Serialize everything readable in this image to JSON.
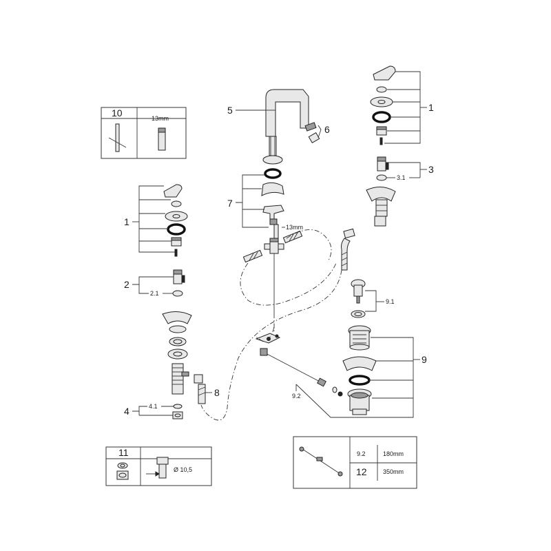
{
  "callouts": {
    "c1_left": "1",
    "c2": "2",
    "c2_1": "2.1",
    "c4": "4",
    "c4_1": "4.1",
    "c5": "5",
    "c6": "6",
    "c7": "7",
    "c8": "8",
    "c1_right": "1",
    "c3": "3",
    "c3_1": "3.1",
    "c9": "9",
    "c9_1": "9.1",
    "c9_2": "9.2",
    "spout_tool_size": "13mm"
  },
  "box10": {
    "number": "10",
    "size": "13mm"
  },
  "box11": {
    "number": "11",
    "diameter": "Ø 10,5"
  },
  "box12": {
    "rows": [
      {
        "item": "9.2",
        "length": "180mm"
      },
      {
        "item": "12",
        "length": "350mm"
      }
    ]
  }
}
